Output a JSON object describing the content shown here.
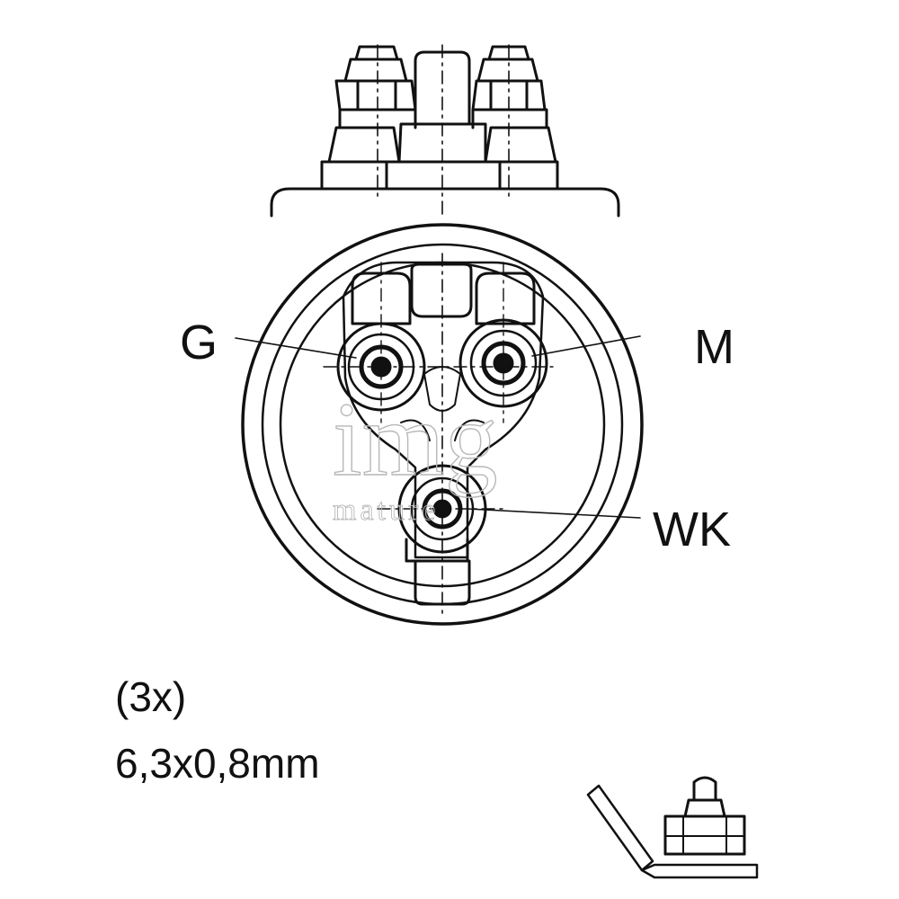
{
  "terminals": {
    "g": "G",
    "m": "M",
    "wk": "WK"
  },
  "spec": {
    "quantity": "(3x)",
    "size": "6,3x0,8mm"
  },
  "watermark": {
    "main": "img",
    "sub": "mature"
  },
  "colors": {
    "line": "#111111",
    "watermark": "#b8b8b8",
    "background": "#ffffff"
  }
}
